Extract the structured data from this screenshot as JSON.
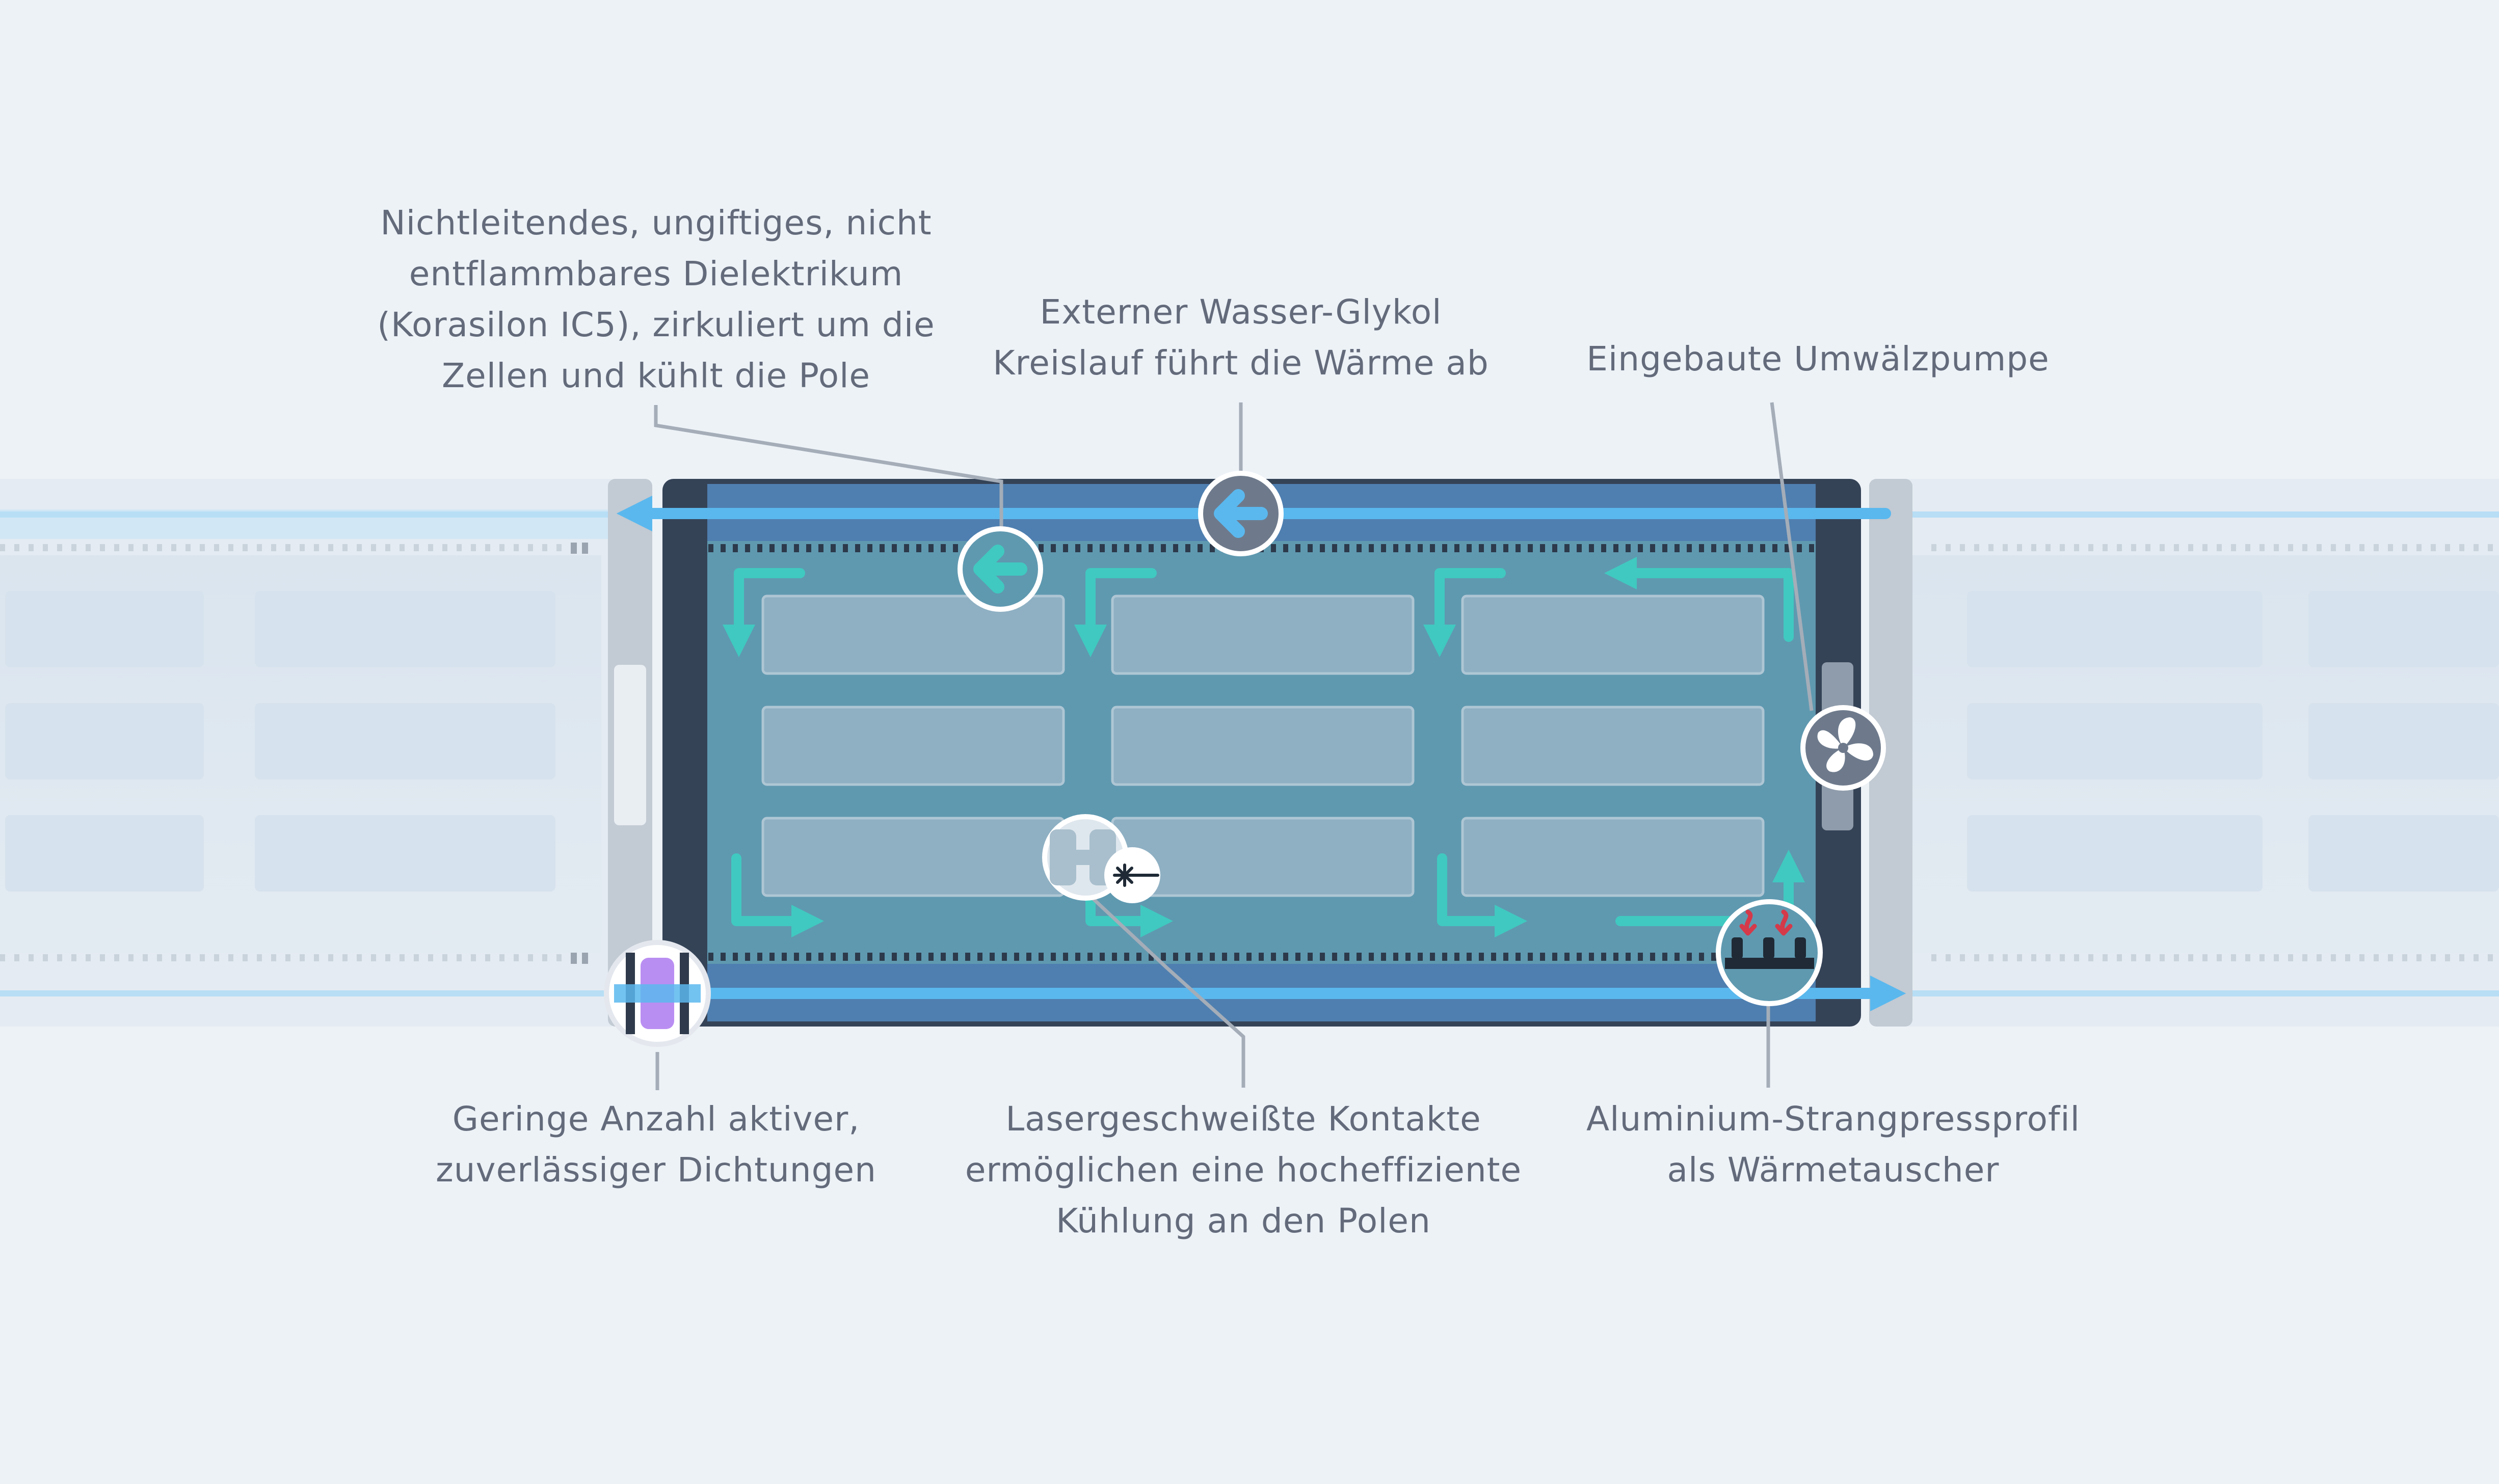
{
  "labels": {
    "dielectric": [
      "Nichtleitendes, ungiftiges, nicht",
      "entflammbares Dielektrikum",
      "(Korasilon IC5), zirkuliert um die",
      "Zellen und kühlt die Pole"
    ],
    "external_loop": [
      "Externer Wasser-Glykol",
      "Kreislauf führt die Wärme ab"
    ],
    "pump": [
      "Eingebaute Umwälzpumpe"
    ],
    "seals": [
      "Geringe Anzahl aktiver,",
      "zuverlässiger Dichtungen"
    ],
    "laser": [
      "Lasergeschweißte Kontakte",
      "ermöglichen eine hocheffiziente",
      "Kühlung an den Polen"
    ],
    "aluminium": [
      "Aluminium-Strangpressprofil",
      "als Wärmetauscher"
    ]
  },
  "icons": {
    "external_flow": "arrow-left-icon",
    "dielectric_flow": "arrow-left-icon",
    "pump": "fan-icon",
    "seal": "seal-icon",
    "laser": "laser-weld-icon",
    "heat_exchanger": "heat-exchanger-icon"
  },
  "colors": {
    "background": "#edf2f7",
    "housing": "#354357",
    "coolant": "#5f99b0",
    "cell": "#8fb0c3",
    "flow_arrow": "#40c9c0",
    "water_glycol": "#5ab8ee",
    "text": "#636b7b",
    "seal": "#b98ef2",
    "heat": "#d43a4a"
  }
}
